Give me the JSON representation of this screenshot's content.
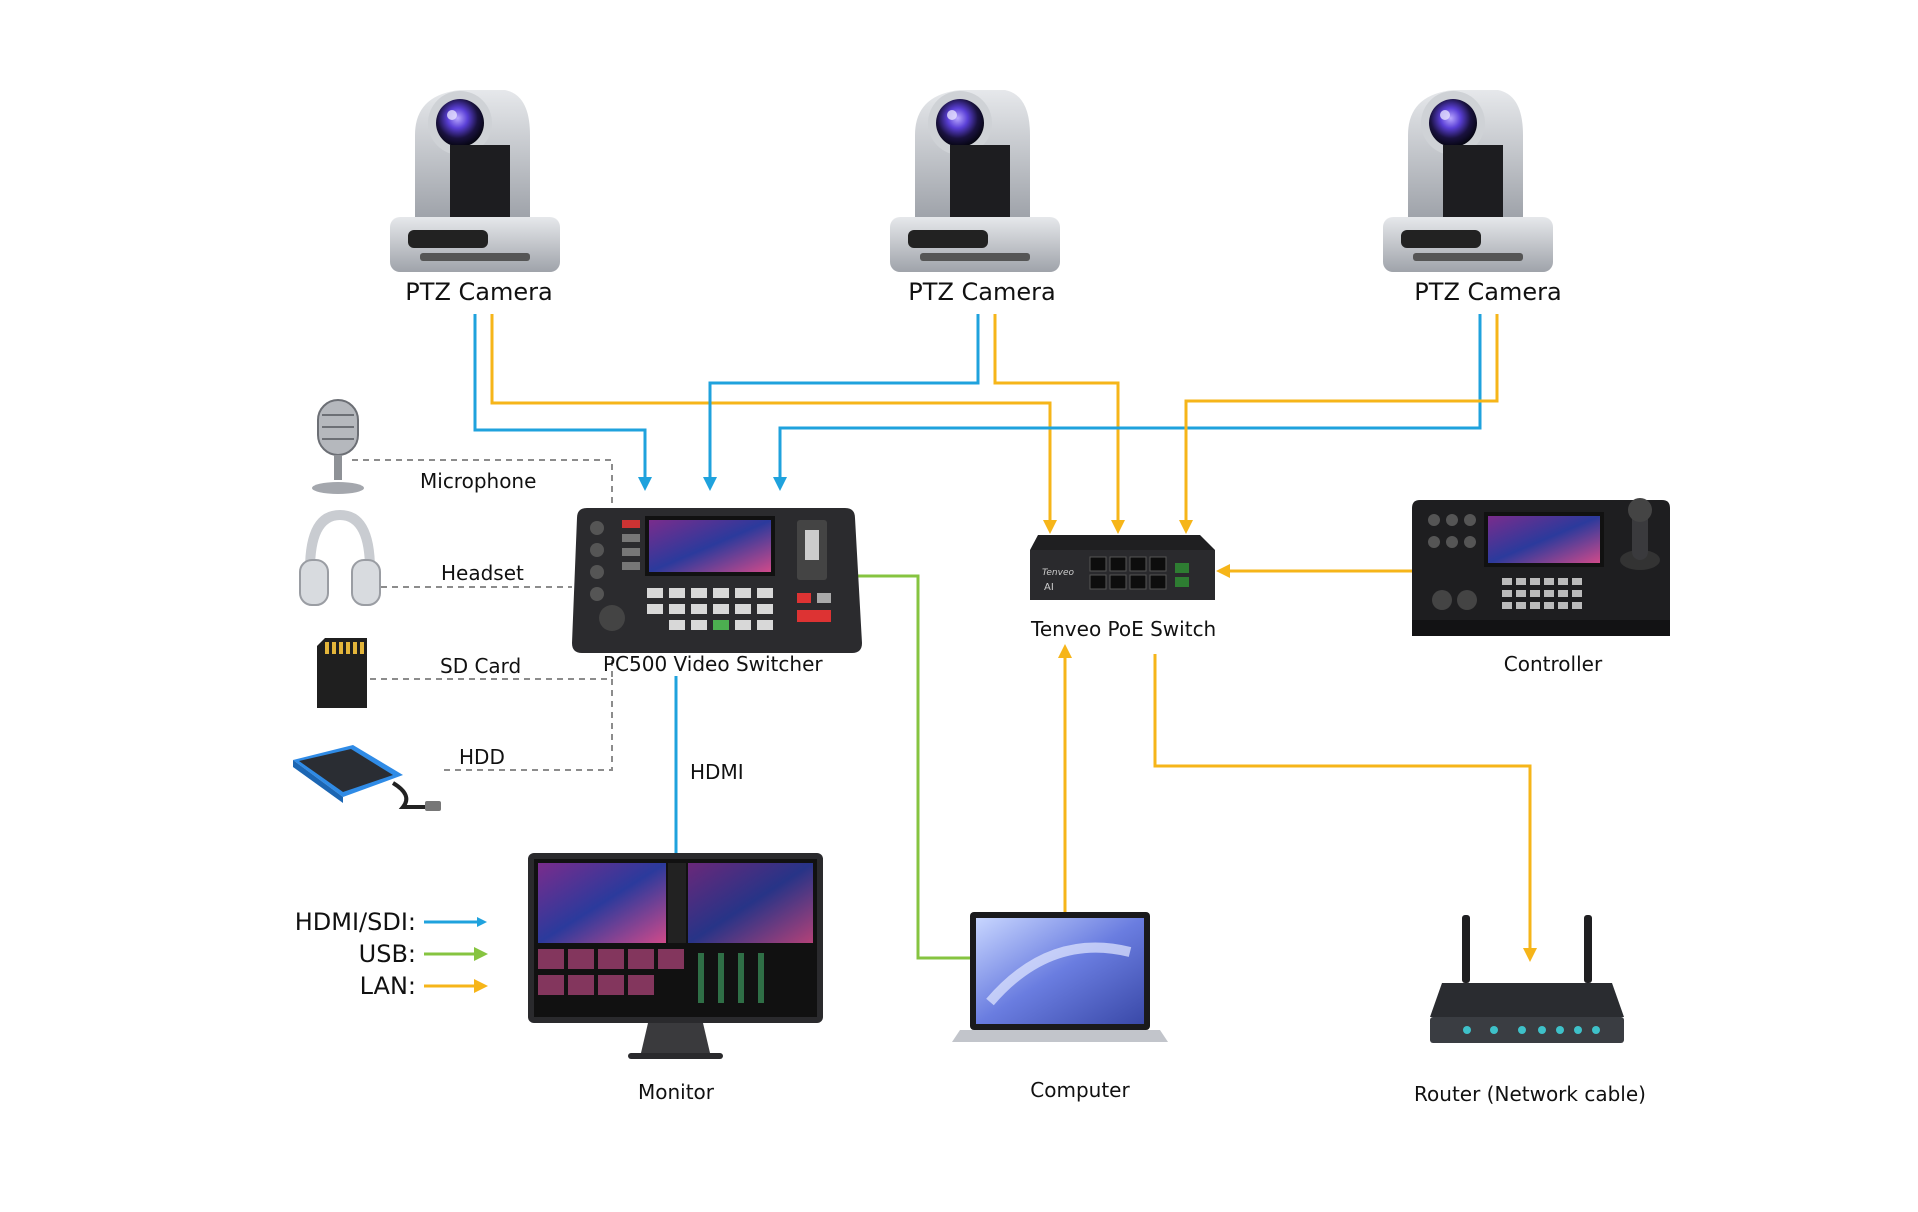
{
  "colors": {
    "hdmi_sdi": "#1fa2dd",
    "usb": "#86c440",
    "lan": "#f6b519",
    "dashed": "#8c8c8c",
    "device_dark": "#2b2b2e",
    "device_silver": "#b9bcc2"
  },
  "labels": {
    "ptz_camera_1": "PTZ Camera",
    "ptz_camera_2": "PTZ Camera",
    "ptz_camera_3": "PTZ Camera",
    "microphone": "Microphone",
    "headset": "Headset",
    "sd_card": "SD Card",
    "hdd": "HDD",
    "video_switcher": "PC500 Video Switcher",
    "poe_switch": "Tenveo PoE Switch",
    "controller": "Controller",
    "hdmi": "HDMI",
    "monitor": "Monitor",
    "computer": "Computer",
    "router": "Router (Network cable)"
  },
  "legend": [
    {
      "label": "HDMI/SDI:",
      "color": "#1fa2dd"
    },
    {
      "label": "USB:",
      "color": "#86c440"
    },
    {
      "label": "LAN:",
      "color": "#f6b519"
    }
  ]
}
